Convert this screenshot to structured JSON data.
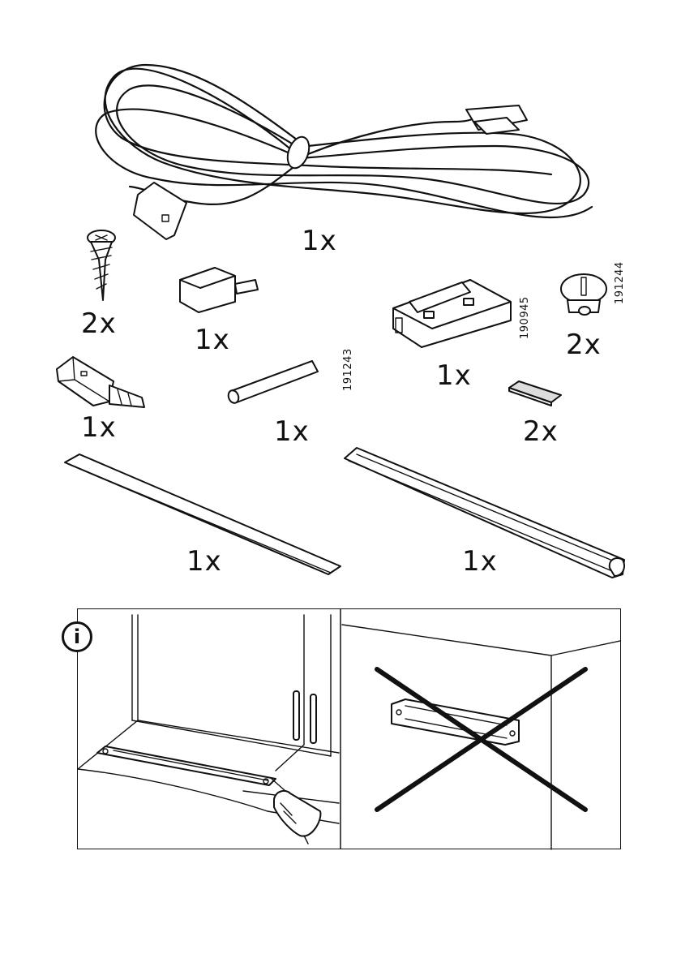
{
  "parts": [
    {
      "id": "cable",
      "quantity": "1x",
      "icon": "cable-icon"
    },
    {
      "id": "screw",
      "quantity": "2x",
      "icon": "screw-icon"
    },
    {
      "id": "connector-small",
      "quantity": "1x",
      "icon": "connector-icon"
    },
    {
      "id": "driver-bit",
      "quantity": "1x",
      "icon": "bit-icon"
    },
    {
      "id": "rod",
      "quantity": "1x",
      "article": "191243",
      "icon": "rod-icon"
    },
    {
      "id": "junction-box",
      "quantity": "1x",
      "article": "190945",
      "icon": "junction-icon"
    },
    {
      "id": "cap",
      "quantity": "2x",
      "article": "191244",
      "icon": "cap-icon"
    },
    {
      "id": "pad",
      "quantity": "2x",
      "icon": "pad-icon"
    },
    {
      "id": "flat-strip",
      "quantity": "1x",
      "icon": "strip-icon"
    },
    {
      "id": "channel-profile",
      "quantity": "1x",
      "icon": "profile-icon"
    }
  ],
  "info": {
    "icon": "info-icon",
    "glyph": "i"
  }
}
